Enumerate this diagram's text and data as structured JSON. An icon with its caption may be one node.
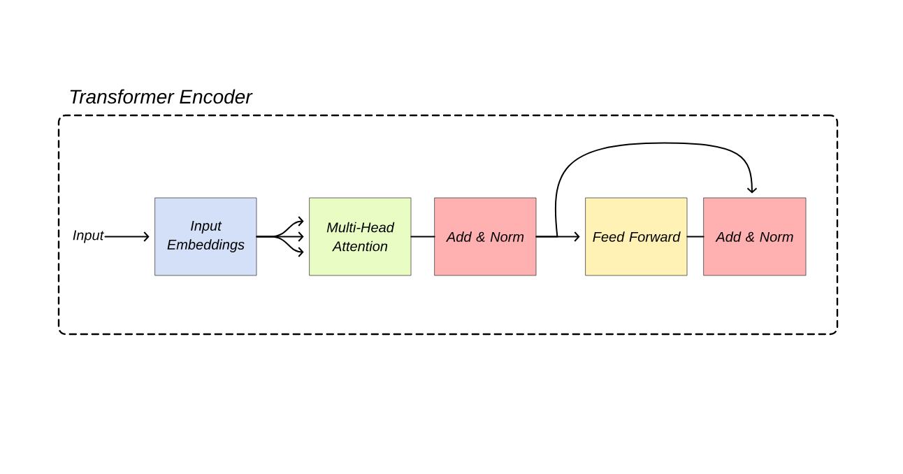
{
  "diagram": {
    "nodes": [
      {
        "text": [
          "Transformer Encoder"
        ]
      },
      {
        "text": [
          "Input"
        ],
        "in": 0
      },
      {
        "text": [
          "Input Embeddings"
        ],
        "in": 0
      },
      {
        "text": [
          "Multi-Head Attention"
        ],
        "in": 0
      },
      {
        "text": [
          "Add & Norm"
        ],
        "in": 0
      },
      {
        "text": [
          "Feed Forward"
        ],
        "in": 0
      },
      {
        "text": [
          "Add & Norm"
        ],
        "in": 0
      }
    ],
    "edges": [
      {
        "from": 1,
        "to": 2,
        "arrow": "to"
      },
      {
        "from": 2,
        "to": 3,
        "arrow": "to"
      },
      {
        "from": 2,
        "to": 3,
        "arrow": "to"
      },
      {
        "from": 2,
        "to": 3,
        "arrow": "to"
      },
      {
        "from": 3,
        "to": 4,
        "arrow": "none"
      },
      {
        "from": 4,
        "to": 5,
        "arrow": "to"
      },
      {
        "from": 4,
        "to": 6,
        "arrow": "to"
      },
      {
        "from": 5,
        "to": 6,
        "arrow": "none"
      }
    ]
  }
}
